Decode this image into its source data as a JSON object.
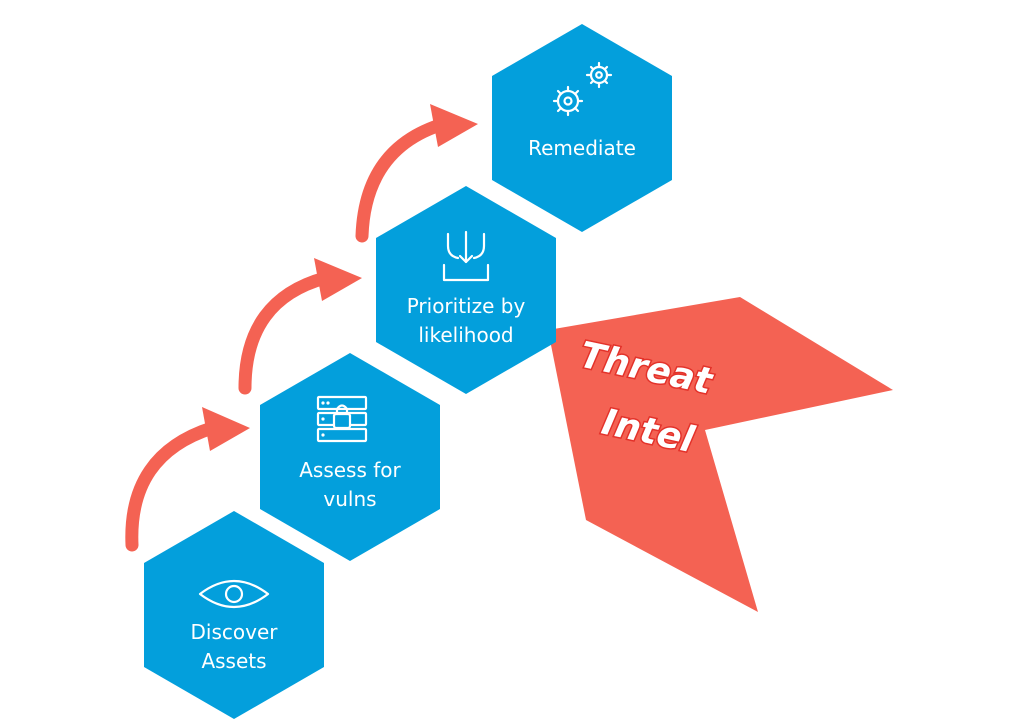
{
  "diagram": {
    "steps": [
      {
        "label_line1": "Discover",
        "label_line2": "Assets",
        "icon": "eye-icon"
      },
      {
        "label_line1": "Assess for",
        "label_line2": "vulns",
        "icon": "server-lock-icon"
      },
      {
        "label_line1": "Prioritize by",
        "label_line2": "likelihood",
        "icon": "inbox-arrows-icon"
      },
      {
        "label_line1": "Remediate",
        "label_line2": "",
        "icon": "gears-icon"
      }
    ],
    "threat_intel": {
      "line1": "Threat",
      "line2": "Intel"
    },
    "colors": {
      "hexagon": "#039fdc",
      "arrow": "#f46253",
      "banner": "#f46253",
      "text": "#ffffff"
    }
  }
}
